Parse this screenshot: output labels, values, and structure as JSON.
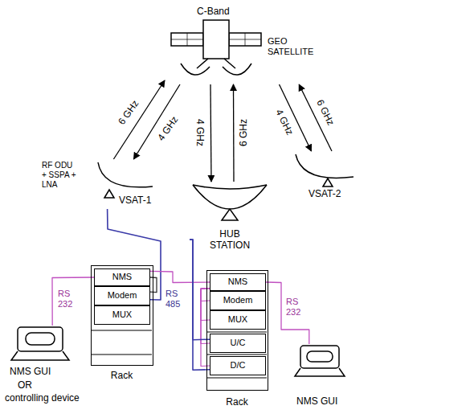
{
  "diagram": {
    "nodes": [
      {
        "text": [
          "C-Band",
          "GEO SATELLITE"
        ]
      },
      {
        "text": [
          "VSAT-1"
        ]
      },
      {
        "text": [
          "HUB STATION"
        ]
      },
      {
        "text": [
          "VSAT-2"
        ]
      },
      {
        "text": [
          "Rack"
        ]
      },
      {
        "text": [
          "NMS"
        ],
        "in": 4
      },
      {
        "text": [
          "Modem"
        ],
        "in": 4
      },
      {
        "text": [
          "MUX"
        ],
        "in": 4
      },
      {
        "text": [
          "Rack"
        ]
      },
      {
        "text": [
          "NMS"
        ],
        "in": 8
      },
      {
        "text": [
          "Modem"
        ],
        "in": 8
      },
      {
        "text": [
          "MUX"
        ],
        "in": 8
      },
      {
        "text": [
          "U/C"
        ],
        "in": 8
      },
      {
        "text": [
          "D/C"
        ],
        "in": 8
      },
      {
        "text": [
          "NMS GUI",
          "OR",
          "controlling device"
        ]
      },
      {
        "text": [
          "NMS GUI"
        ]
      }
    ],
    "edges": [
      {
        "from": 1,
        "to": 0,
        "label": "6 GHz",
        "arrow": "to"
      },
      {
        "from": 0,
        "to": 1,
        "label": "4 GHz",
        "arrow": "to"
      },
      {
        "from": 0,
        "to": 2,
        "label": "4 GHz",
        "arrow": "to"
      },
      {
        "from": 2,
        "to": 0,
        "label": "6 GHz",
        "arrow": "to"
      },
      {
        "from": 3,
        "to": 0,
        "label": "6 GHz",
        "arrow": "to"
      },
      {
        "from": 0,
        "to": 3,
        "label": "4 GHz",
        "arrow": "to"
      },
      {
        "from": 1,
        "to": 6,
        "arrow": "none"
      },
      {
        "from": 5,
        "to": 6,
        "arrow": "none"
      },
      {
        "from": 14,
        "to": 5,
        "label": "RS 232",
        "arrow": "none"
      },
      {
        "from": 5,
        "to": 9,
        "label": "RS 485",
        "arrow": "none"
      },
      {
        "from": 9,
        "to": 10,
        "arrow": "none"
      },
      {
        "from": 9,
        "to": 11,
        "arrow": "none"
      },
      {
        "from": 9,
        "to": 12,
        "arrow": "none"
      },
      {
        "from": 9,
        "to": 13,
        "arrow": "none"
      },
      {
        "from": 2,
        "to": 12,
        "arrow": "none"
      },
      {
        "from": 2,
        "to": 13,
        "arrow": "none"
      },
      {
        "from": 9,
        "to": 15,
        "label": "RS 232",
        "arrow": "none"
      }
    ],
    "labels": [
      "RF ODU + SSPA + LNA"
    ]
  }
}
